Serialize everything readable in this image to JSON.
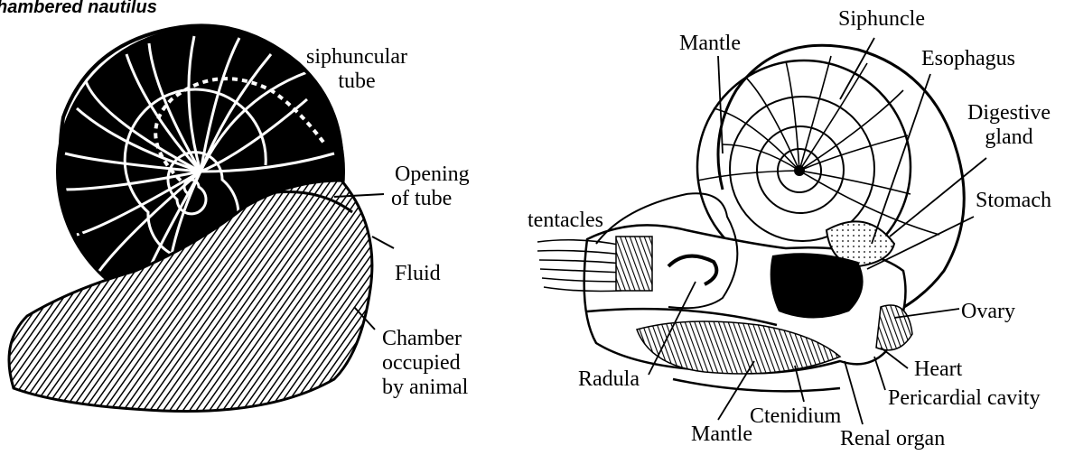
{
  "title": "hambered nautilus",
  "left_figure": {
    "labels": {
      "siphuncular_tube_1": "siphuncular",
      "siphuncular_tube_2": "tube",
      "opening_1": "Opening",
      "opening_2": "of tube",
      "fluid": "Fluid",
      "chamber_1": "Chamber",
      "chamber_2": "occupied",
      "chamber_3": "by animal"
    }
  },
  "right_figure": {
    "labels": {
      "siphuncle": "Siphuncle",
      "mantle_top": "Mantle",
      "esophagus": "Esophagus",
      "digestive_1": "Digestive",
      "digestive_2": "gland",
      "stomach": "Stomach",
      "tentacles": "tentacles",
      "ovary": "Ovary",
      "radula": "Radula",
      "heart": "Heart",
      "pericardial": "Pericardial cavity",
      "ctenidium": "Ctenidium",
      "mantle_bottom": "Mantle",
      "renal": "Renal organ"
    }
  },
  "colors": {
    "ink": "#000000",
    "paper": "#ffffff"
  }
}
